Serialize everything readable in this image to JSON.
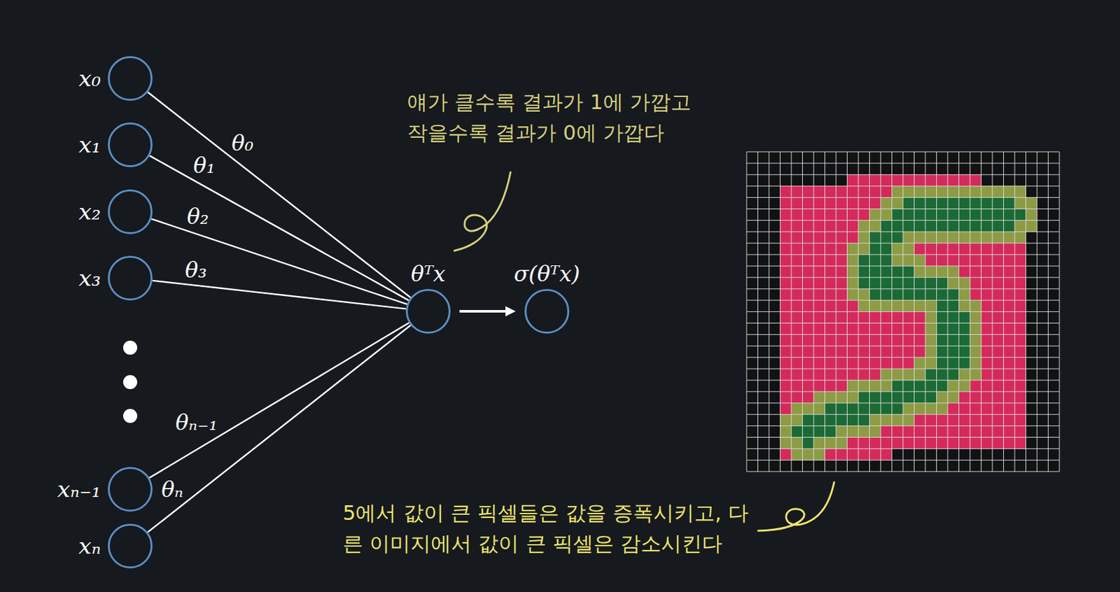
{
  "diagram": {
    "nodes": [
      {
        "text": [
          "x₀"
        ]
      },
      {
        "text": [
          "x₁"
        ]
      },
      {
        "text": [
          "x₂"
        ]
      },
      {
        "text": [
          "x₃"
        ]
      },
      {
        "text": [
          "xₙ₋₁"
        ]
      },
      {
        "text": [
          "xₙ"
        ]
      },
      {
        "text": [
          "θᵀx"
        ]
      },
      {
        "text": [
          "σ(θᵀx)"
        ]
      }
    ],
    "edges": [
      {
        "from": 0,
        "to": 6,
        "label": "θ₀",
        "arrow": "none"
      },
      {
        "from": 1,
        "to": 6,
        "label": "θ₁",
        "arrow": "none"
      },
      {
        "from": 2,
        "to": 6,
        "label": "θ₂",
        "arrow": "none"
      },
      {
        "from": 3,
        "to": 6,
        "label": "θ₃",
        "arrow": "none"
      },
      {
        "from": 4,
        "to": 6,
        "label": "θₙ₋₁",
        "arrow": "none"
      },
      {
        "from": 5,
        "to": 6,
        "label": "θₙ",
        "arrow": "none"
      },
      {
        "from": 6,
        "to": 7,
        "arrow": "to"
      }
    ],
    "labels": [
      "얘가 클수록 결과가 1에 가깝고 작을수록 결과가 0에 가깝다",
      "5에서 값이 큰 픽셀들은 값을 증폭시키고, 다른 이미지에서 값이 큰 픽셀은 감소시킨다"
    ]
  }
}
